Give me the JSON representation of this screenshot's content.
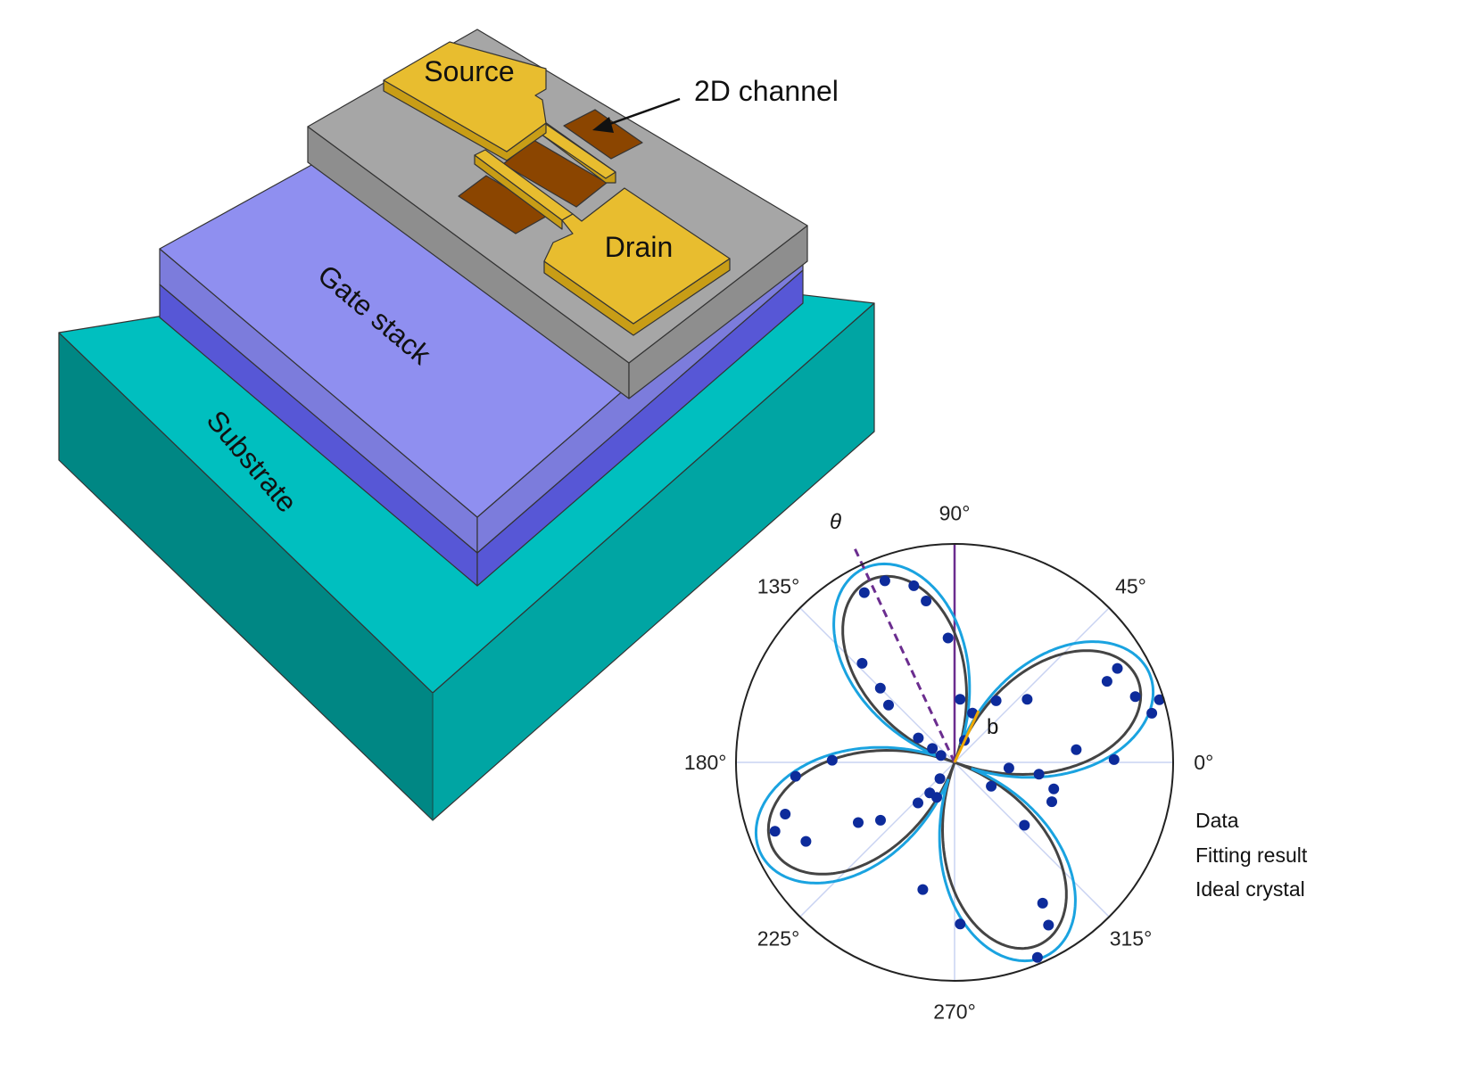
{
  "labels": {
    "source": "Source",
    "drain": "Drain",
    "channel": "2D channel",
    "gate_stack": "Gate stack",
    "substrate": "Substrate"
  },
  "colors": {
    "substrate_top": "#00bfbf",
    "substrate_front": "#008784",
    "substrate_side": "#00a5a3",
    "gate_top": "#8f8ff0",
    "gate_mid": "#7c7cdc",
    "gate_low": "#5757d6",
    "dielectric_top": "#a6a6a6",
    "dielectric_side": "#8e8e8e",
    "electrode": "#e8bd2f",
    "electrode_side": "#c89d16",
    "channel": "#8b4500",
    "data": "#0d2b9b",
    "fit": "#1aa3e0",
    "ideal": "#444444",
    "theta": "#6b2d8f",
    "b_axis": "#f0a800"
  },
  "chart_data": {
    "type": "polar",
    "angle_ticks": [
      "0°",
      "45°",
      "90°",
      "135°",
      "180°",
      "225°",
      "270°",
      "315°"
    ],
    "angle_tick_values": [
      0,
      45,
      90,
      135,
      180,
      225,
      270,
      315
    ],
    "direction_labels": {
      "theta": "θ",
      "b": "b"
    },
    "theta_direction_deg": 115,
    "b_direction_deg": 65,
    "series": [
      {
        "name": "Data",
        "kind": "scatter",
        "points": [
          [
            1,
            0.73
          ],
          [
            6,
            0.56
          ],
          [
            14,
            0.93
          ],
          [
            17,
            0.98
          ],
          [
            20,
            0.88
          ],
          [
            28,
            0.79
          ],
          [
            30,
            0.86
          ],
          [
            41,
            0.44
          ],
          [
            56,
            0.34
          ],
          [
            66,
            0.11
          ],
          [
            70,
            0.24
          ],
          [
            85,
            0.29
          ],
          [
            93,
            0.57
          ],
          [
            100,
            0.75
          ],
          [
            103,
            0.83
          ],
          [
            111,
            0.89
          ],
          [
            118,
            0.88
          ],
          [
            133,
            0.62
          ],
          [
            135,
            0.48
          ],
          [
            139,
            0.4
          ],
          [
            146,
            0.2
          ],
          [
            148,
            0.12
          ],
          [
            153,
            0.07
          ],
          [
            179,
            0.56
          ],
          [
            185,
            0.73
          ],
          [
            197,
            0.81
          ],
          [
            201,
            0.88
          ],
          [
            208,
            0.77
          ],
          [
            212,
            0.52
          ],
          [
            218,
            0.43
          ],
          [
            228,
            0.25
          ],
          [
            228,
            0.1
          ],
          [
            231,
            0.18
          ],
          [
            243,
            0.18
          ],
          [
            256,
            0.6
          ],
          [
            272,
            0.74
          ],
          [
            293,
            0.97
          ],
          [
            300,
            0.86
          ],
          [
            302,
            0.76
          ],
          [
            318,
            0.43
          ],
          [
            327,
            0.2
          ],
          [
            338,
            0.48
          ],
          [
            345,
            0.47
          ],
          [
            352,
            0.39
          ],
          [
            354,
            0.25
          ]
        ]
      },
      {
        "name": "Fitting result",
        "kind": "line"
      },
      {
        "name": "Ideal crystal",
        "kind": "line"
      }
    ]
  }
}
